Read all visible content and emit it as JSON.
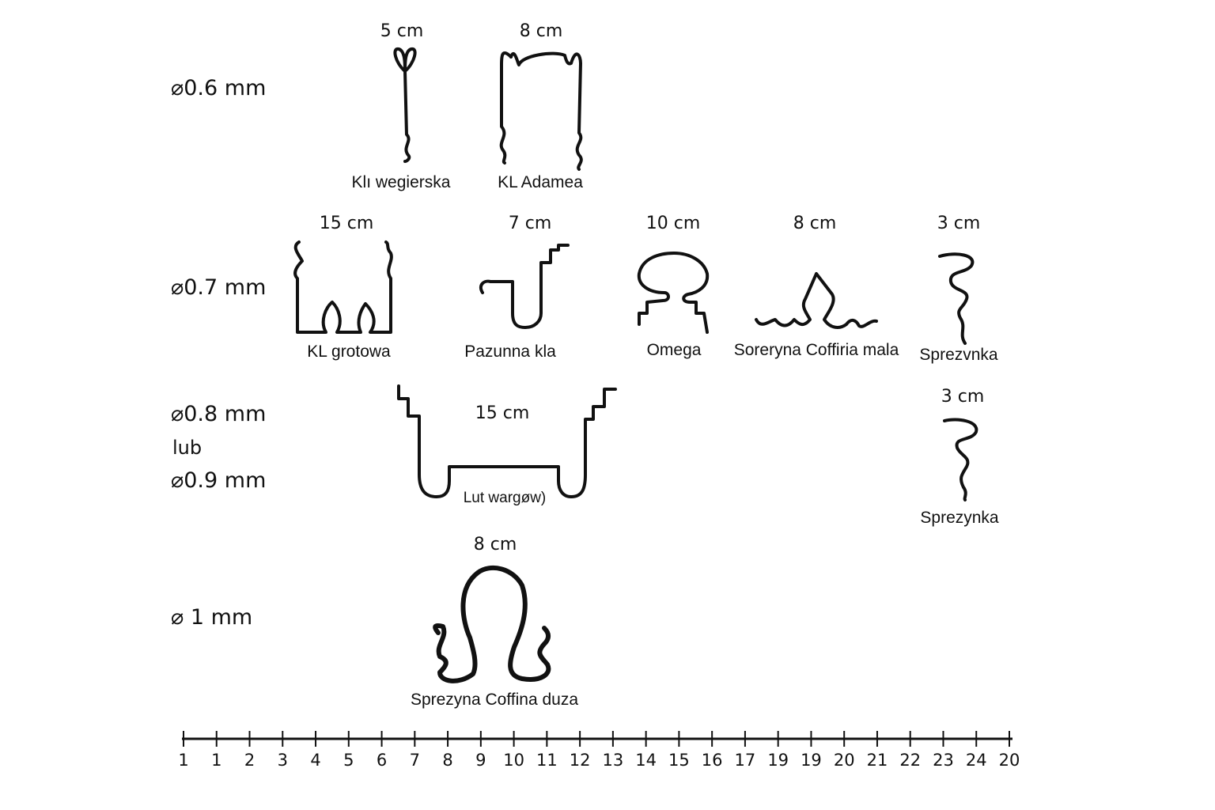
{
  "diameters": {
    "d06": "⌀0.6 mm",
    "d07": "⌀0.7 mm",
    "d08": "⌀0.8 mm",
    "lub": "lub",
    "d09": "⌀0.9 mm",
    "d1": "⌀ 1 mm"
  },
  "elements": {
    "kl_wegierska": {
      "length": "5 cm",
      "name": "Klı wegierska"
    },
    "kl_adamea": {
      "length": "8 cm",
      "name": "KL Adamea"
    },
    "kl_grotowa": {
      "length": "15 cm",
      "name": "KL grotowa"
    },
    "pazunna_kla": {
      "length": "7 cm",
      "name": "Pazunna kla"
    },
    "omega": {
      "length": "10 cm",
      "name": "Omega"
    },
    "soreryna": {
      "length": "8 cm",
      "name": "Soreryna Coffiria mala"
    },
    "sprezvnka": {
      "length": "3 cm",
      "name": "Sprezvnka"
    },
    "lut_wargow": {
      "length": "15 cm",
      "name": "Lut wargøw)"
    },
    "sprezynka": {
      "length": "3 cm",
      "name": "Sprezynka"
    },
    "coffina_duza": {
      "length": "8 cm",
      "name": "Sprezyna Coffina duza"
    }
  },
  "ruler": {
    "labels": [
      "1",
      "1",
      "2",
      "3",
      "4",
      "5",
      "6",
      "7",
      "8",
      "9",
      "10",
      "11",
      "12",
      "13",
      "14",
      "15",
      "16",
      "17",
      "19",
      "19",
      "20",
      "21",
      "22",
      "23",
      "24",
      "20"
    ]
  }
}
